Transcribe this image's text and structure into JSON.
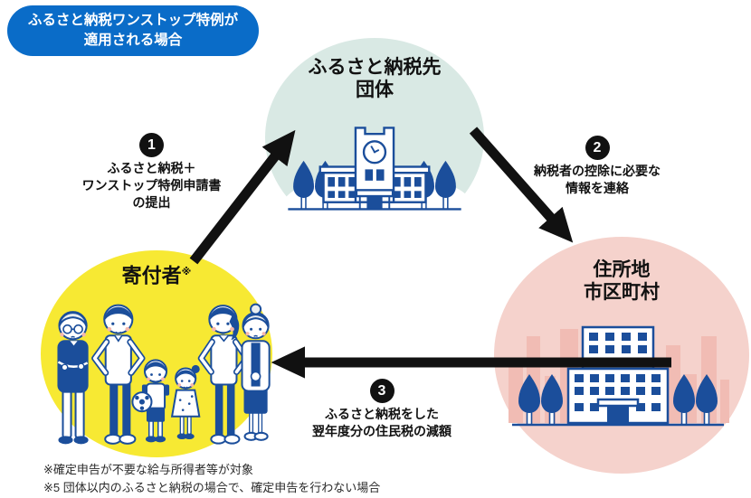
{
  "badge": {
    "line1": "ふるさと納税ワンストップ特例が",
    "line2": "適用される場合"
  },
  "nodes": {
    "recipient": {
      "title_line1": "ふるさと納税先",
      "title_line2": "団体",
      "circle_color": "#d9e9e4",
      "illustration": "school-building-with-clock-and-trees"
    },
    "municipality": {
      "title_line1": "住所地",
      "title_line2": "市区町村",
      "circle_color": "#f5d2cc",
      "illustration": "city-hall-building-with-skyline-and-trees"
    },
    "donor": {
      "title": "寄付者",
      "ref_mark": "※",
      "circle_color": "#f7e933",
      "illustration": "family-of-six-people"
    }
  },
  "steps": [
    {
      "number": "1",
      "from": "donor",
      "to": "recipient",
      "lines": [
        "ふるさと納税＋",
        "ワンストップ特例申請書",
        "の提出"
      ]
    },
    {
      "number": "2",
      "from": "recipient",
      "to": "municipality",
      "lines": [
        "納税者の控除に必要な",
        "情報を連絡"
      ]
    },
    {
      "number": "3",
      "from": "municipality",
      "to": "donor",
      "lines": [
        "ふるさと納税をした",
        "翌年度分の住民税の減額"
      ]
    }
  ],
  "footnotes": [
    "※確定申告が不要な給与所得者等が対象",
    "※5 団体以内のふるさと納税の場合で、確定申告を行わない場合"
  ],
  "colors": {
    "badge_blue": "#0a6cc8",
    "illustration_blue": "#1b4e9b",
    "skyline_pink": "#f1bcb4",
    "arrow_black": "#111111"
  }
}
